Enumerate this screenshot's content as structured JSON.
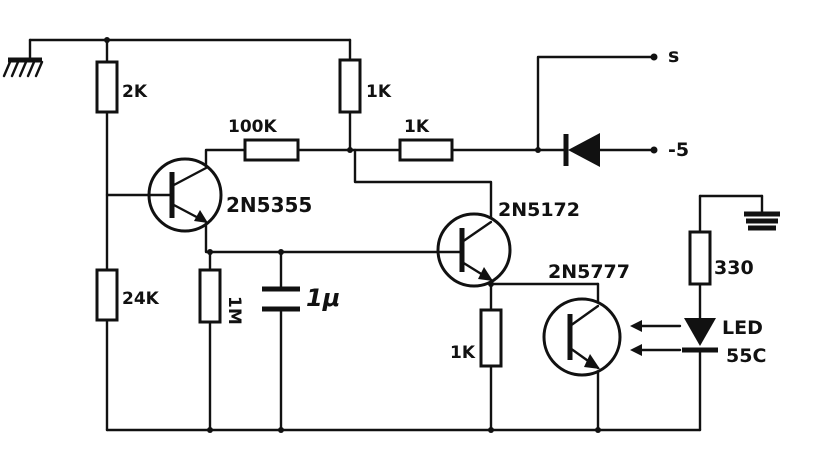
{
  "labels": {
    "r_2k": "2K",
    "r_1k_top": "1K",
    "r_100k": "100K",
    "r_1k_mid": "1K",
    "q1": "2N5355",
    "q2": "2N5172",
    "q3": "2N5777",
    "r_24k": "24K",
    "r_1m": "1M",
    "c_1u": "1μ",
    "r_1k_low": "1K",
    "r_330": "330",
    "led": "LED",
    "led_part": "55C",
    "term_s": "s",
    "term_neg5": "-5"
  }
}
